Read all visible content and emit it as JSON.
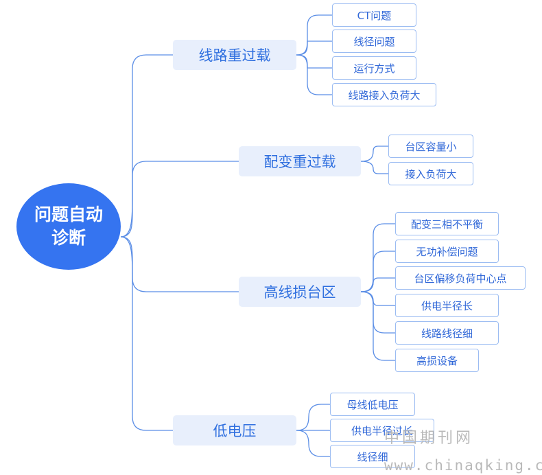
{
  "root": {
    "label": "问题自动诊断"
  },
  "branches": [
    {
      "label": "线路重过载",
      "leaves": [
        "CT问题",
        "线径问题",
        "运行方式",
        "线路接入负荷大"
      ]
    },
    {
      "label": "配变重过载",
      "leaves": [
        "台区容量小",
        "接入负荷大"
      ]
    },
    {
      "label": "高线损台区",
      "leaves": [
        "配变三相不平衡",
        "无功补偿问题",
        "台区偏移负荷中心点",
        "供电半径长",
        "线路线径细",
        "高损设备"
      ]
    },
    {
      "label": "低电压",
      "leaves": [
        "母线低电压",
        "供电半径过长",
        "线径细"
      ]
    }
  ],
  "colors": {
    "root_fill": "#3574f0",
    "branch_fill": "#e8effc",
    "branch_text": "#2f6fdf",
    "leaf_border": "#9bbcf2",
    "connector": "#5b8ee6"
  },
  "watermark": {
    "line1": "中国期刊网",
    "line2": "www.chinaqking.com"
  }
}
